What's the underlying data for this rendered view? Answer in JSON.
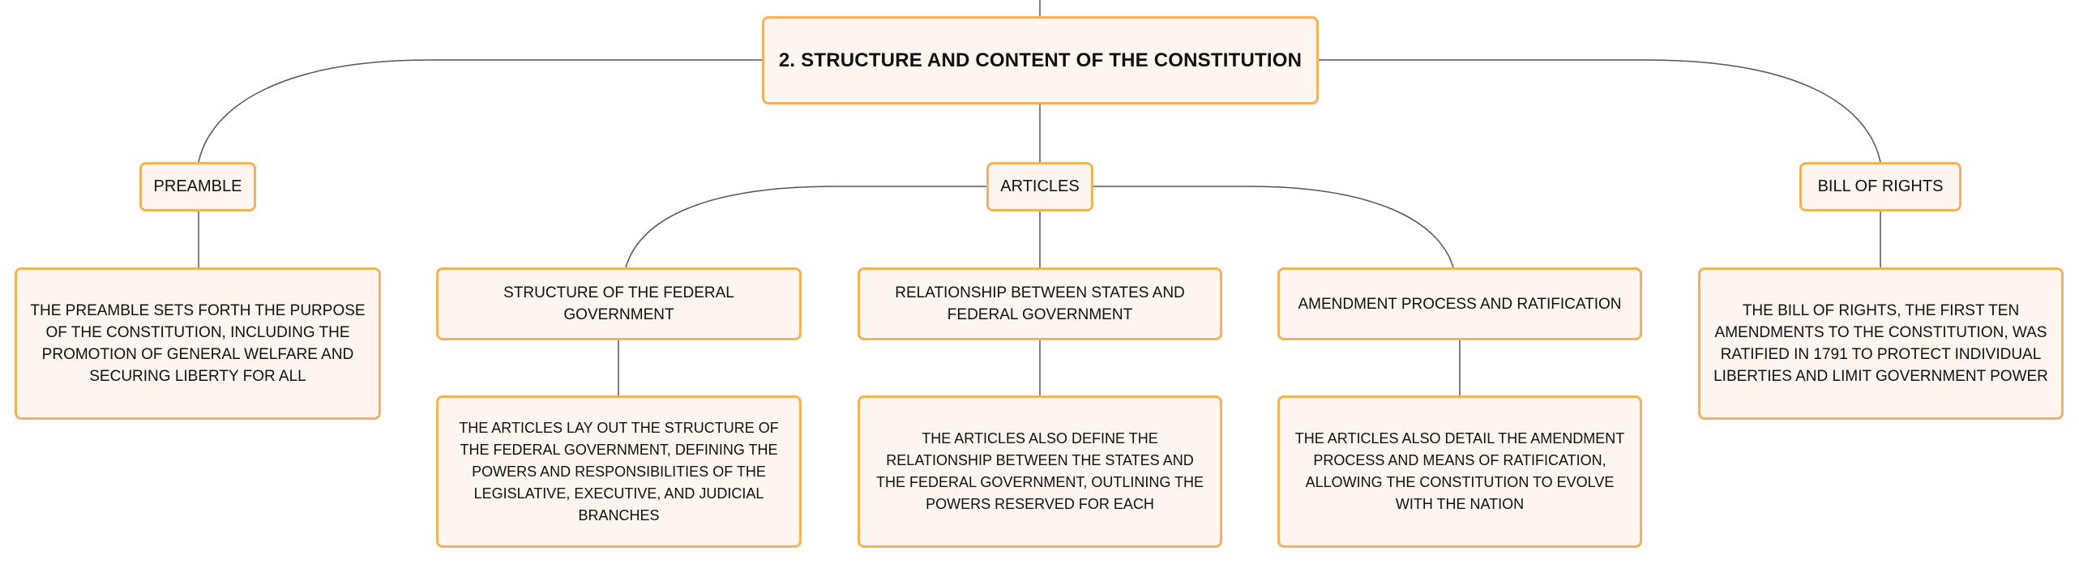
{
  "accent_color": "#f2b25c",
  "node_fill_color": "#fef5ee",
  "line_color": "#555555",
  "root": {
    "title": "2. STRUCTURE AND CONTENT OF THE CONSTITUTION"
  },
  "branches": {
    "preamble": {
      "title": "PREAMBLE",
      "detail": "THE PREAMBLE SETS FORTH THE PURPOSE OF THE CONSTITUTION, INCLUDING THE PROMOTION OF GENERAL WELFARE AND SECURING LIBERTY FOR ALL"
    },
    "articles": {
      "title": "ARTICLES",
      "children": [
        {
          "title": "STRUCTURE OF THE FEDERAL GOVERNMENT",
          "detail": "THE ARTICLES LAY OUT THE STRUCTURE OF THE FEDERAL GOVERNMENT, DEFINING THE POWERS AND RESPONSIBILITIES OF THE LEGISLATIVE, EXECUTIVE, AND JUDICIAL BRANCHES"
        },
        {
          "title": "RELATIONSHIP BETWEEN STATES AND FEDERAL GOVERNMENT",
          "detail": "THE ARTICLES ALSO DEFINE THE RELATIONSHIP BETWEEN THE STATES AND THE FEDERAL GOVERNMENT, OUTLINING THE POWERS RESERVED FOR EACH"
        },
        {
          "title": "AMENDMENT PROCESS AND RATIFICATION",
          "detail": "THE ARTICLES ALSO DETAIL THE AMENDMENT PROCESS AND MEANS OF RATIFICATION, ALLOWING THE CONSTITUTION TO EVOLVE WITH THE NATION"
        }
      ]
    },
    "bill_of_rights": {
      "title": "BILL OF RIGHTS",
      "detail": "THE BILL OF RIGHTS, THE FIRST TEN AMENDMENTS TO THE CONSTITUTION, WAS RATIFIED IN 1791 TO PROTECT INDIVIDUAL LIBERTIES AND LIMIT GOVERNMENT POWER"
    }
  }
}
